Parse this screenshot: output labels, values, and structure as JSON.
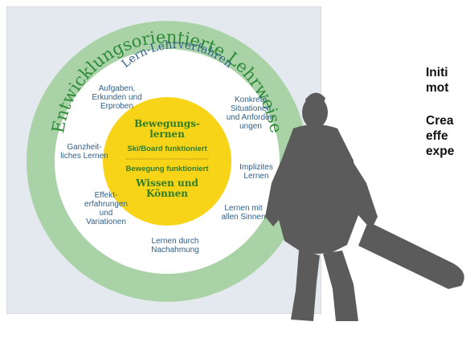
{
  "diagram": {
    "outer_ring_title": "Entwicklungsorientierte Lehrweise",
    "inner_ring_title": "Lern-Lehrverfahren",
    "methods": [
      {
        "text": "Aufgaben,\nErkunden und\nErproben"
      },
      {
        "text": "Konkrete\nSituationen\nund Anforder-\nungen"
      },
      {
        "text": "Ganzheit-\nliches Lernen"
      },
      {
        "text": "Implizites\nLernen"
      },
      {
        "text": "Effekt-\nerfahrungen\nund\nVariationen"
      },
      {
        "text": "Lernen mit\nallen Sinnen"
      },
      {
        "text": "Lernen durch\nNachahmung"
      }
    ],
    "center": {
      "line1": "Bewegungs-\nlernen",
      "line2": "Ski/Board funktioniert",
      "line3": "Bewegung funktioniert",
      "line4": "Wissen und\nKönnen"
    },
    "colors": {
      "panel_bg": "#e4e9ef",
      "outer_ring": "#a9d3a6",
      "inner_disc": "#ffffff",
      "center": "#f7d417",
      "method_text": "#2f5f8a",
      "ring_title": "#2f8a3a",
      "silhouette": "#5b5b5b"
    }
  },
  "side_text": {
    "paragraph1": "Initi\nmot",
    "paragraph2": "Crea\neffe\nexpe"
  }
}
